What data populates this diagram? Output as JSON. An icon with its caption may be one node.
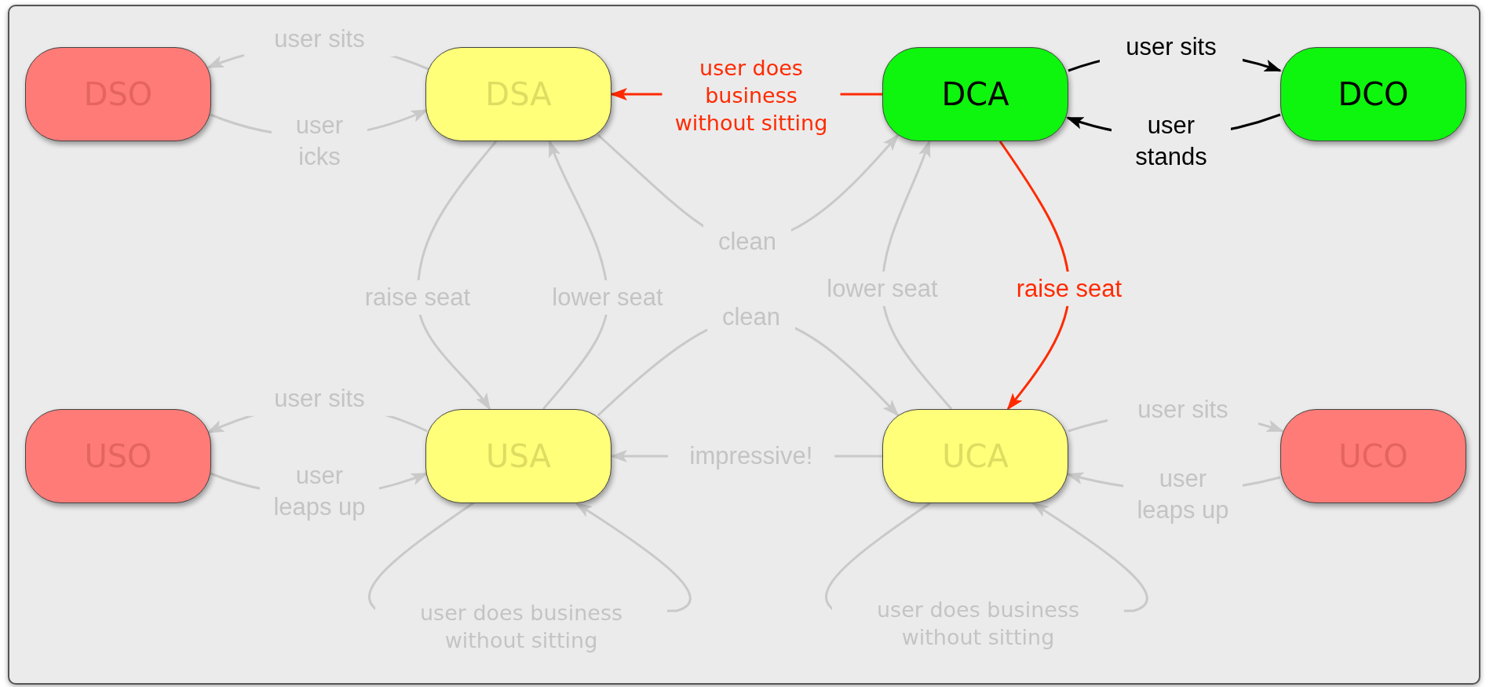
{
  "diagram": {
    "nodes": [
      {
        "text": [
          "DSO"
        ]
      },
      {
        "text": [
          "DSA"
        ]
      },
      {
        "text": [
          "DCA"
        ]
      },
      {
        "text": [
          "DCO"
        ]
      },
      {
        "text": [
          "USO"
        ]
      },
      {
        "text": [
          "USA"
        ]
      },
      {
        "text": [
          "UCA"
        ]
      },
      {
        "text": [
          "UCO"
        ]
      }
    ],
    "edges": [
      {
        "from": 1,
        "to": 0,
        "arrow": "to",
        "label": "user sits"
      },
      {
        "from": 0,
        "to": 1,
        "arrow": "to",
        "label": "user icks"
      },
      {
        "from": 2,
        "to": 1,
        "arrow": "to",
        "label": "user does business without sitting",
        "color": "#ff2a00"
      },
      {
        "from": 2,
        "to": 3,
        "arrow": "to",
        "label": "user sits",
        "color": "#000000"
      },
      {
        "from": 3,
        "to": 2,
        "arrow": "to",
        "label": "user stands",
        "color": "#000000"
      },
      {
        "from": 1,
        "to": 5,
        "arrow": "to",
        "label": "raise seat"
      },
      {
        "from": 5,
        "to": 1,
        "arrow": "to",
        "label": "lower seat"
      },
      {
        "from": 1,
        "to": 2,
        "arrow": "to",
        "label": "clean"
      },
      {
        "from": 5,
        "to": 6,
        "arrow": "to",
        "label": "clean"
      },
      {
        "from": 2,
        "to": 6,
        "arrow": "to",
        "label": "raise seat",
        "color": "#ff2a00"
      },
      {
        "from": 6,
        "to": 2,
        "arrow": "to",
        "label": "lower seat"
      },
      {
        "from": 5,
        "to": 4,
        "arrow": "to",
        "label": "user sits"
      },
      {
        "from": 4,
        "to": 5,
        "arrow": "to",
        "label": "user leaps up"
      },
      {
        "from": 6,
        "to": 5,
        "arrow": "to",
        "label": "impressive!"
      },
      {
        "from": 5,
        "to": 5,
        "arrow": "to",
        "label": "user does business without sitting"
      },
      {
        "from": 6,
        "to": 6,
        "arrow": "to",
        "label": "user does business without sitting"
      },
      {
        "from": 6,
        "to": 7,
        "arrow": "to",
        "label": "user sits"
      },
      {
        "from": 7,
        "to": 6,
        "arrow": "to",
        "label": "user leaps up"
      }
    ]
  }
}
